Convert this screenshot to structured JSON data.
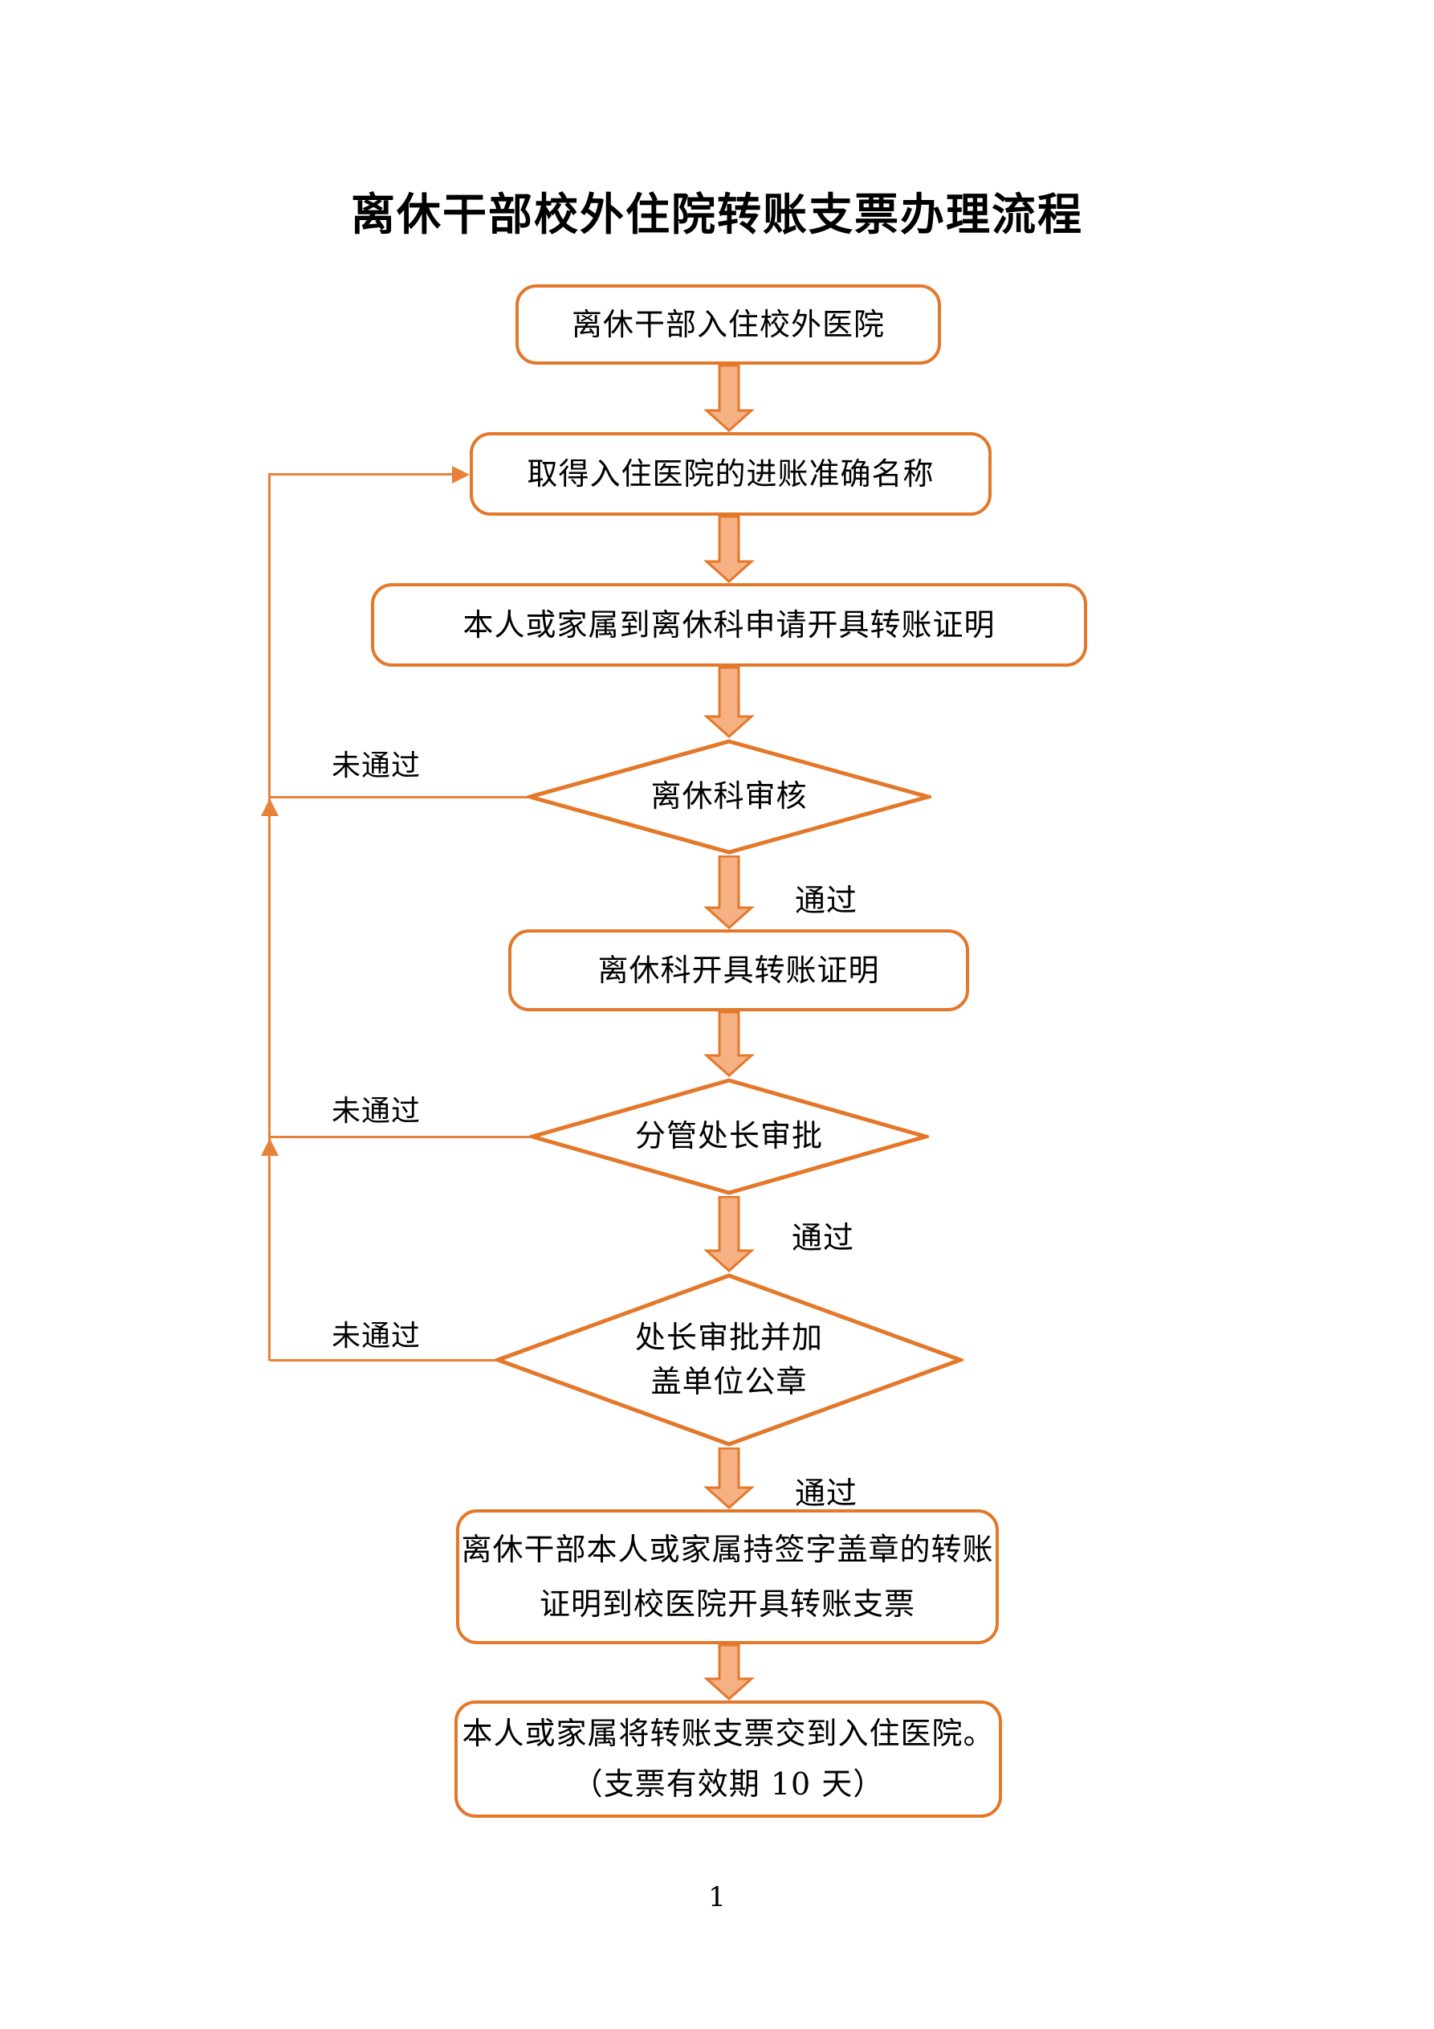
{
  "page": {
    "title": "离休干部校外住院转账支票办理流程",
    "page_number": "1"
  },
  "colors": {
    "shape_border": "#e3782b",
    "arrow_fill": "#f5b183",
    "connector_line": "#e8823a",
    "text": "#000000",
    "background": "#ffffff"
  },
  "flow": {
    "nodes": [
      {
        "id": "step-1",
        "type": "rounded-box",
        "label": "离休干部入住校外医院"
      },
      {
        "id": "step-2",
        "type": "rounded-box",
        "label": "取得入住医院的进账准确名称"
      },
      {
        "id": "step-3",
        "type": "rounded-box",
        "label": "本人或家属到离休科申请开具转账证明"
      },
      {
        "id": "decision-1",
        "type": "decision",
        "label": "离休科审核"
      },
      {
        "id": "step-4",
        "type": "rounded-box",
        "label": "离休科开具转账证明"
      },
      {
        "id": "decision-2",
        "type": "decision",
        "label": "分管处长审批"
      },
      {
        "id": "decision-3",
        "type": "decision",
        "line1": "处长审批并加",
        "line2": "盖单位公章"
      },
      {
        "id": "step-5",
        "type": "rounded-box",
        "line1": "离休干部本人或家属持签字盖章的转账",
        "line2": "证明到校医院开具转账支票"
      },
      {
        "id": "step-6",
        "type": "rounded-box",
        "line1": "本人或家属将转账支票交到入住医院。",
        "line2": "（支票有效期 10 天）"
      }
    ],
    "edge_labels": {
      "pass": "通过",
      "fail": "未通过"
    },
    "edges": [
      {
        "from": "step-1",
        "to": "step-2"
      },
      {
        "from": "step-2",
        "to": "step-3"
      },
      {
        "from": "step-3",
        "to": "decision-1"
      },
      {
        "from": "decision-1",
        "to": "step-4",
        "label": "通过"
      },
      {
        "from": "decision-1",
        "to": "step-2",
        "label": "未通过"
      },
      {
        "from": "step-4",
        "to": "decision-2"
      },
      {
        "from": "decision-2",
        "to": "decision-3",
        "label": "通过"
      },
      {
        "from": "decision-2",
        "to": "step-2",
        "label": "未通过"
      },
      {
        "from": "decision-3",
        "to": "step-5",
        "label": "通过"
      },
      {
        "from": "decision-3",
        "to": "step-2",
        "label": "未通过"
      },
      {
        "from": "step-5",
        "to": "step-6"
      }
    ]
  }
}
